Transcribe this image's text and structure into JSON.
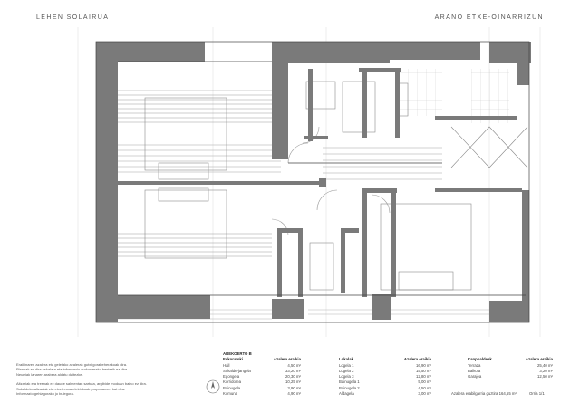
{
  "header": {
    "left": "LEHEN SOLAIRUA",
    "right": "ARANO ETXE-OINARRIZUN"
  },
  "notes": [
    "Eraikinaren azalera eta geletako azalerak gutxi gorabeherakoak dira.",
    "Planoak ez dira eskalara eta informazio orokorrerako besterik ez dira.",
    "Neurriak lanaren arabera aldatu daitezke.",
    "",
    "Altzariak eta tresnak ez daude salmentan sartuta, argibide moduan baino ez dira.",
    "Sukaldeko altzariak eta etxetresna elektrikoak proposamen bat dira.",
    "Informazio gehiagorako jo bulegora."
  ],
  "tables": {
    "title": "AREKOERTO B",
    "area_header": "Azalera eraikia",
    "col1": {
      "title": "Eskoratoki",
      "rows": [
        {
          "name": "Hall",
          "area": "4,50 m²"
        },
        {
          "name": "Sukalde-jangela",
          "area": "33,20 m²"
        },
        {
          "name": "Egongela",
          "area": "20,30 m²"
        },
        {
          "name": "Korridorea",
          "area": "10,25 m²"
        },
        {
          "name": "Bainugela",
          "area": "3,90 m²"
        },
        {
          "name": "Komuna",
          "area": "4,90 m²"
        }
      ]
    },
    "col2": {
      "title": "Lokalak",
      "rows": [
        {
          "name": "Logela 1",
          "area": "16,90 m²"
        },
        {
          "name": "Logela 2",
          "area": "15,50 m²"
        },
        {
          "name": "Logela 3",
          "area": "12,80 m²"
        },
        {
          "name": "Bainugela 1",
          "area": "5,00 m²"
        },
        {
          "name": "Bainugela 2",
          "area": "4,50 m²"
        },
        {
          "name": "Aldagela",
          "area": "3,00 m²"
        }
      ]
    },
    "col3": {
      "title": "Kanpoaldeak",
      "rows": [
        {
          "name": "Terraza",
          "area": "25,40 m²"
        },
        {
          "name": "Balkoia",
          "area": "3,20 m²"
        },
        {
          "name": "Garajea",
          "area": "12,50 m²"
        }
      ]
    },
    "total_label": "Azalera erabilgarria guztira",
    "total_value": "164,55 m²",
    "page_label": "Orria 1/1"
  }
}
